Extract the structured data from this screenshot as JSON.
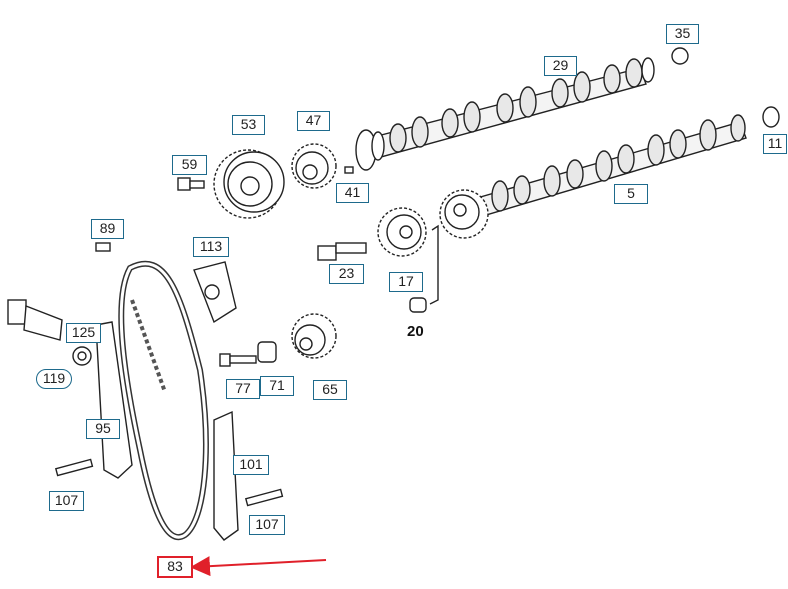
{
  "labels": {
    "p35": "35",
    "p29": "29",
    "p11": "11",
    "p5": "5",
    "p53": "53",
    "p47": "47",
    "p59": "59",
    "p41": "41",
    "p89": "89",
    "p113": "113",
    "p23": "23",
    "p17": "17",
    "p20": "20",
    "p125": "125",
    "p119": "119",
    "p77": "77",
    "p71": "71",
    "p65": "65",
    "p95": "95",
    "p101": "101",
    "p107a": "107",
    "p107b": "107",
    "p83": "83"
  },
  "highlight": {
    "part": "83",
    "color": "#e0202a"
  }
}
